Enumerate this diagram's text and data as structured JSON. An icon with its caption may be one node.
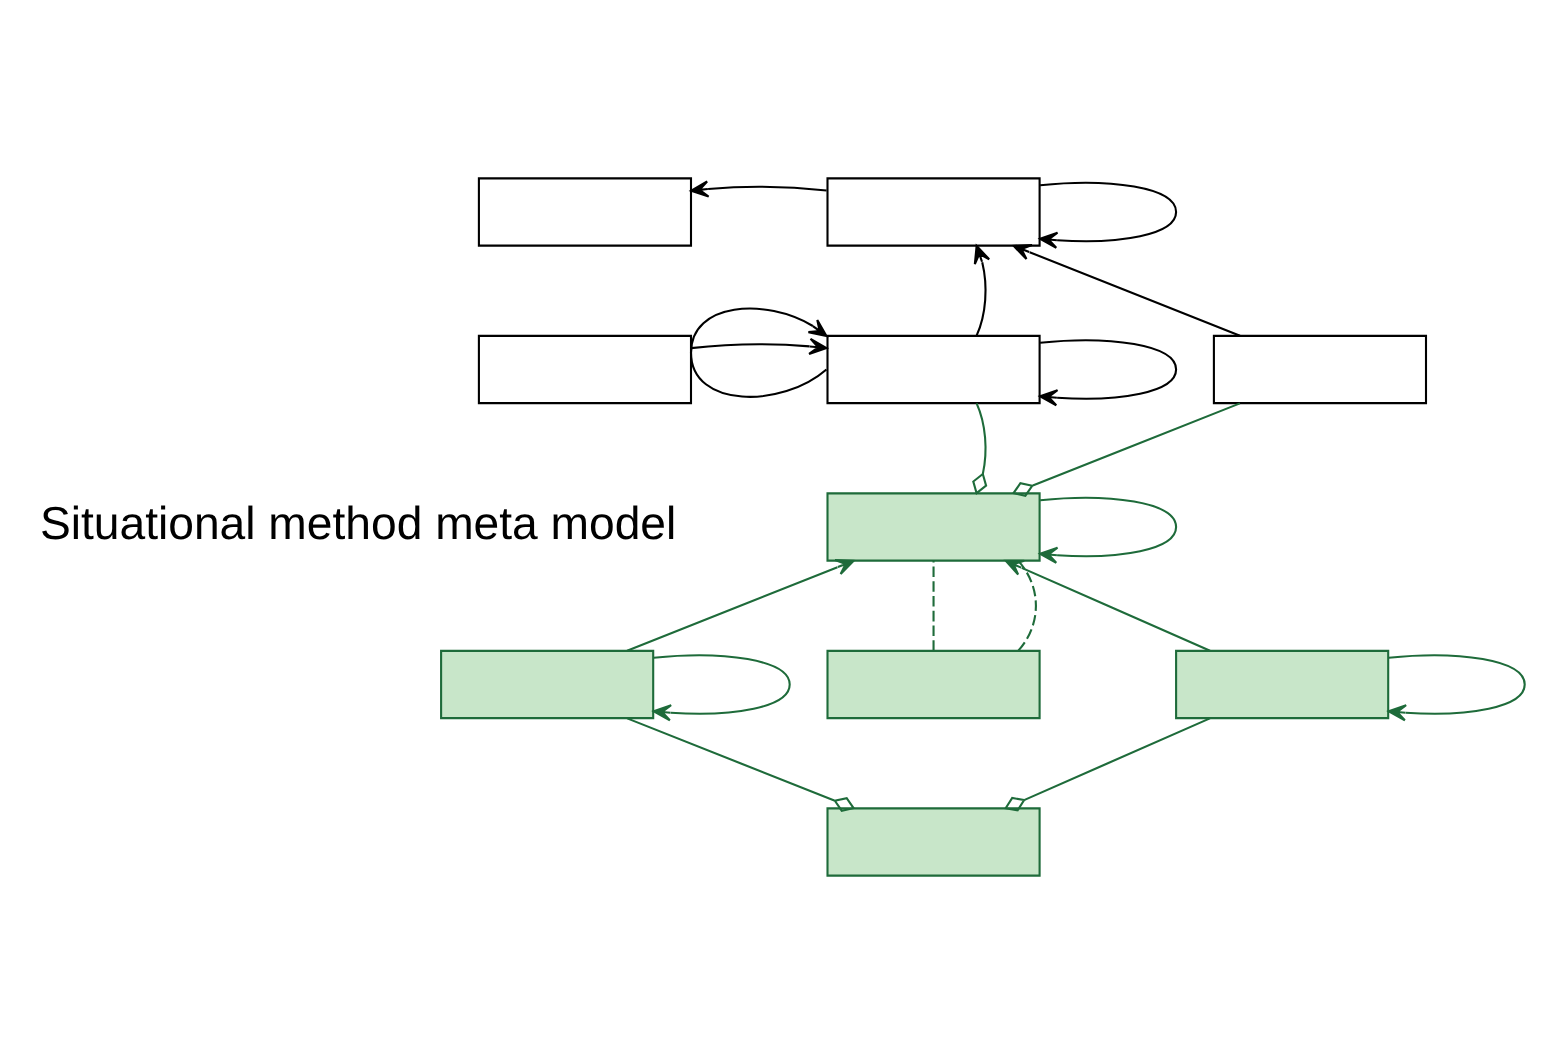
{
  "diagram": {
    "nodes": [
      {
        "text": [],
        "shape": "box"
      },
      {
        "text": [],
        "shape": "box"
      },
      {
        "text": [],
        "shape": "box"
      },
      {
        "text": [],
        "shape": "box"
      },
      {
        "text": [],
        "shape": "box"
      },
      {
        "text": [],
        "shape": "box"
      },
      {
        "text": [],
        "shape": "box"
      },
      {
        "text": [],
        "shape": "box"
      },
      {
        "text": [],
        "shape": "box"
      },
      {
        "text": [],
        "shape": "box"
      }
    ],
    "edges": [
      {
        "from": 1,
        "to": 1,
        "arrow": "to",
        "color": "#000000"
      },
      {
        "from": 1,
        "to": 0,
        "arrow": "to",
        "color": "#000000"
      },
      {
        "from": 3,
        "to": 3,
        "arrow": "to",
        "color": "#000000"
      },
      {
        "from": 3,
        "to": 3,
        "arrow": "to",
        "color": "#000000"
      },
      {
        "from": 2,
        "to": 3,
        "arrow": "to",
        "color": "#000000"
      },
      {
        "from": 3,
        "to": 1,
        "arrow": "to",
        "color": "#000000"
      },
      {
        "from": 4,
        "to": 1,
        "arrow": "to",
        "color": "#000000"
      },
      {
        "from": 3,
        "to": 5,
        "arrow": "other"
      },
      {
        "from": 4,
        "to": 5,
        "arrow": "other"
      },
      {
        "from": 5,
        "to": 5,
        "arrow": "to"
      },
      {
        "from": 6,
        "to": 5,
        "arrow": "to"
      },
      {
        "from": 8,
        "to": 5,
        "arrow": "to"
      },
      {
        "from": 7,
        "to": 5,
        "arrow": "none",
        "style": "dashed"
      },
      {
        "from": 7,
        "to": 5,
        "arrow": "none",
        "style": "dashed"
      },
      {
        "from": 6,
        "to": 6,
        "arrow": "to"
      },
      {
        "from": 8,
        "to": 8,
        "arrow": "to"
      },
      {
        "from": 6,
        "to": 9,
        "arrow": "other"
      },
      {
        "from": 8,
        "to": 9,
        "arrow": "other"
      }
    ],
    "labels": [
      "Situational method meta model"
    ]
  }
}
